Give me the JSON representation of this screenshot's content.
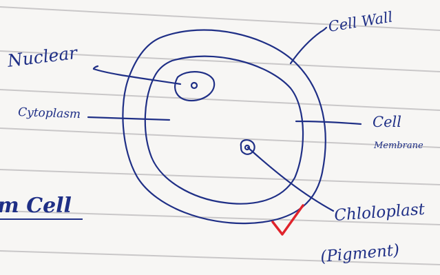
{
  "colors": {
    "paper": "#f7f6f4",
    "rule_line": "#c9c7c8",
    "ink": "#1f2f86",
    "check": "#e0232b"
  },
  "labels": {
    "cell_wall": "Cell Wall",
    "nucleus": "Nuclear",
    "cytoplasm": "Cytoplasm",
    "cell_membrane_line1": "Cell",
    "cell_membrane_line2": "Membrane",
    "chloroplast": "Chloloplast",
    "pigment": "(Pigment)",
    "heading_fragment": "m Cell"
  },
  "marks": {
    "check": "check-mark"
  }
}
